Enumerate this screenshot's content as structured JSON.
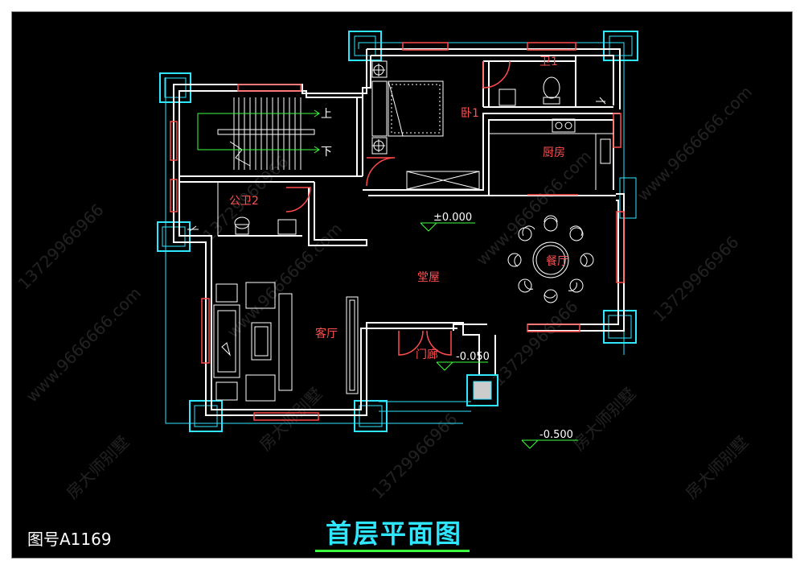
{
  "drawing": {
    "title": "首层平面图",
    "drawing_number": "图号A1169"
  },
  "rooms": {
    "bedroom1": "卧1",
    "bath1": "卫1",
    "kitchen": "厨房",
    "public_bath2": "公卫2",
    "dining": "餐厅",
    "hall": "堂屋",
    "living": "客厅",
    "porch": "门廊"
  },
  "stairs": {
    "up": "上",
    "down": "下"
  },
  "elevations": {
    "main_floor": "±0.000",
    "porch": "-0.050",
    "exterior": "-0.500"
  },
  "watermark": {
    "phone": "13729966966",
    "site": "www.9666666.com",
    "brand": "房大师别墅"
  },
  "colors": {
    "background": "#000000",
    "wall": "#ffffff",
    "window": "#ff4b4b",
    "cyan": "#2ee6ff",
    "green": "#3cff3c",
    "label_red": "#ff5050"
  }
}
